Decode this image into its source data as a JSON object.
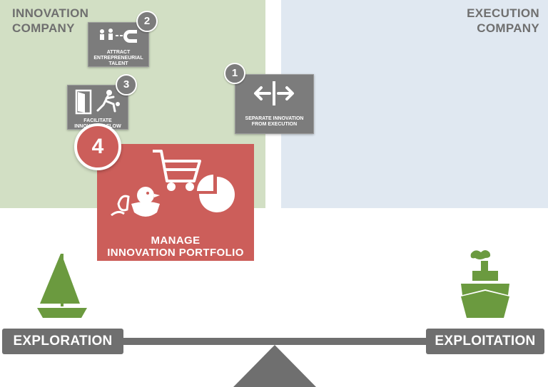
{
  "zones": {
    "innovation_title": "INNOVATION\nCOMPANY",
    "execution_title": "EXECUTION\nCOMPANY"
  },
  "steps": [
    {
      "number": "1",
      "caption": "SEPARATE INNOVATION\nFROM EXECUTION",
      "icon": "split-arrows-icon"
    },
    {
      "number": "2",
      "caption": "ATTRACT\nENTREPRENEURIAL\nTALENT",
      "icon": "magnet-people-icon"
    },
    {
      "number": "3",
      "caption": "FACILITATE\nINNOVATION FLOW",
      "icon": "door-runner-icon"
    },
    {
      "number": "4",
      "caption": "MANAGE\nINNOVATION PORTFOLIO",
      "icon": "portfolio-icons"
    }
  ],
  "balance": {
    "left_label": "EXPLORATION",
    "right_label": "EXPLOITATION",
    "left_icon": "sailboat-icon",
    "right_icon": "steamship-icon"
  },
  "colors": {
    "innovation_zone": "#d2dfc4",
    "execution_zone": "#e0e8f1",
    "tile_gray": "#7c7c7c",
    "highlight_red": "#cc5e5a",
    "icon_green": "#6b9a3f",
    "beam_gray": "#6f6f6f"
  }
}
